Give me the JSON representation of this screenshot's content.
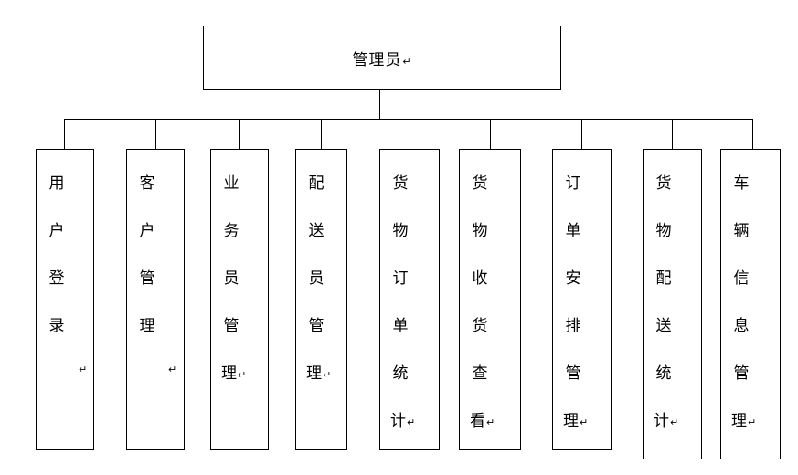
{
  "root": {
    "label": "管理员",
    "return_mark": "↵"
  },
  "children": [
    {
      "chars": [
        "用",
        "户",
        "登",
        "录"
      ],
      "return_mark": "↵",
      "mark_inline": false
    },
    {
      "chars": [
        "客",
        "户",
        "管",
        "理"
      ],
      "return_mark": "↵",
      "mark_inline": false
    },
    {
      "chars": [
        "业",
        "务",
        "员",
        "管",
        "理"
      ],
      "return_mark": "↵",
      "mark_inline": true
    },
    {
      "chars": [
        "配",
        "送",
        "员",
        "管",
        "理"
      ],
      "return_mark": "↵",
      "mark_inline": true
    },
    {
      "chars": [
        "货",
        "物",
        "订",
        "单",
        "统",
        "计"
      ],
      "return_mark": "↵",
      "mark_inline": true
    },
    {
      "chars": [
        "货",
        "物",
        "收",
        "货",
        "查",
        "看"
      ],
      "return_mark": "↵",
      "mark_inline": true
    },
    {
      "chars": [
        "订",
        "单",
        "安",
        "排",
        "管",
        "理"
      ],
      "return_mark": "↵",
      "mark_inline": true
    },
    {
      "chars": [
        "货",
        "物",
        "配",
        "送",
        "统",
        "计"
      ],
      "return_mark": "↵",
      "mark_inline": true
    },
    {
      "chars": [
        "车",
        "辆",
        "信",
        "息",
        "管",
        "理"
      ],
      "return_mark": "↵",
      "mark_inline": true
    }
  ]
}
